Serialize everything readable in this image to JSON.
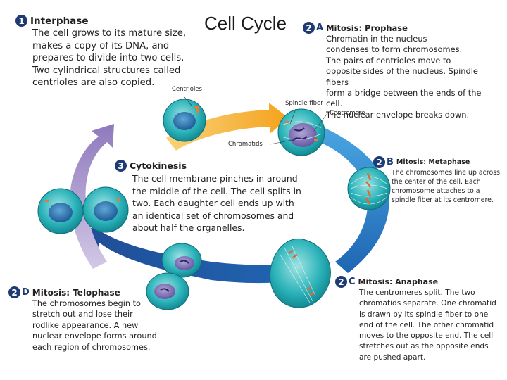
{
  "title": "Cell Cycle",
  "steps": {
    "interphase": {
      "number": "1",
      "letter": "",
      "title": "Interphase",
      "lines": [
        "The cell grows to its mature size,",
        "makes a copy of its DNA, and",
        "prepares to divide into two cells.",
        "Two cylindrical structures called",
        "centrioles are also copied."
      ]
    },
    "prophase": {
      "number": "2",
      "letter": "A",
      "title": "Mitosis: Prophase",
      "lines": [
        "Chromatin in the nucleus",
        "condenses to form chromosomes.",
        "The pairs of centrioles move to",
        "opposite sides of the nucleus. Spindle fibers",
        "form a bridge between the ends of the cell.",
        "The nuclear envelope breaks down."
      ]
    },
    "metaphase": {
      "number": "2",
      "letter": "B",
      "title": "Mitosis: Metaphase",
      "lines": [
        "The chromosomes line up across",
        "the center of the cell. Each",
        "chromosome attaches to a",
        "spindle fiber at its centromere."
      ]
    },
    "anaphase": {
      "number": "2",
      "letter": "C",
      "title": "Mitosis: Anaphase",
      "lines": [
        "The centromeres split. The two",
        "chromatids separate. One chromatid",
        "is drawn by its spindle fiber to one",
        "end of the cell. The other chromatid",
        "moves to the opposite end. The cell",
        "stretches out as the opposite ends",
        "are pushed apart."
      ]
    },
    "telophase": {
      "number": "2",
      "letter": "D",
      "title": "Mitosis: Telophase",
      "lines": [
        "The chromosomes begin to",
        "stretch out and lose their",
        "rodlike appearance. A new",
        "nuclear envelope forms around",
        "each region of chromosomes."
      ]
    },
    "cytokinesis": {
      "number": "3",
      "letter": "",
      "title": "Cytokinesis",
      "lines": [
        "The cell membrane pinches in around",
        "the middle of the cell. The cell splits in",
        "two. Each daughter cell ends up with",
        "an identical set of chromosomes and",
        "about half the organelles."
      ]
    }
  },
  "labels": {
    "centrioles": "Centrioles",
    "spindle_fiber": "Spindle fiber",
    "centromere": "Centromere",
    "chromatids": "Chromatids"
  },
  "colors": {
    "arrow_orange": "#f6a623",
    "arrow_blue": "#2e7fc7",
    "arrow_dark_blue": "#1f4f9c",
    "arrow_purple": "#9b86c4",
    "cell_teal": "#1fa7b0",
    "nucleus_blue": "#1b5f9a",
    "badge_navy": "#1f3b73"
  }
}
